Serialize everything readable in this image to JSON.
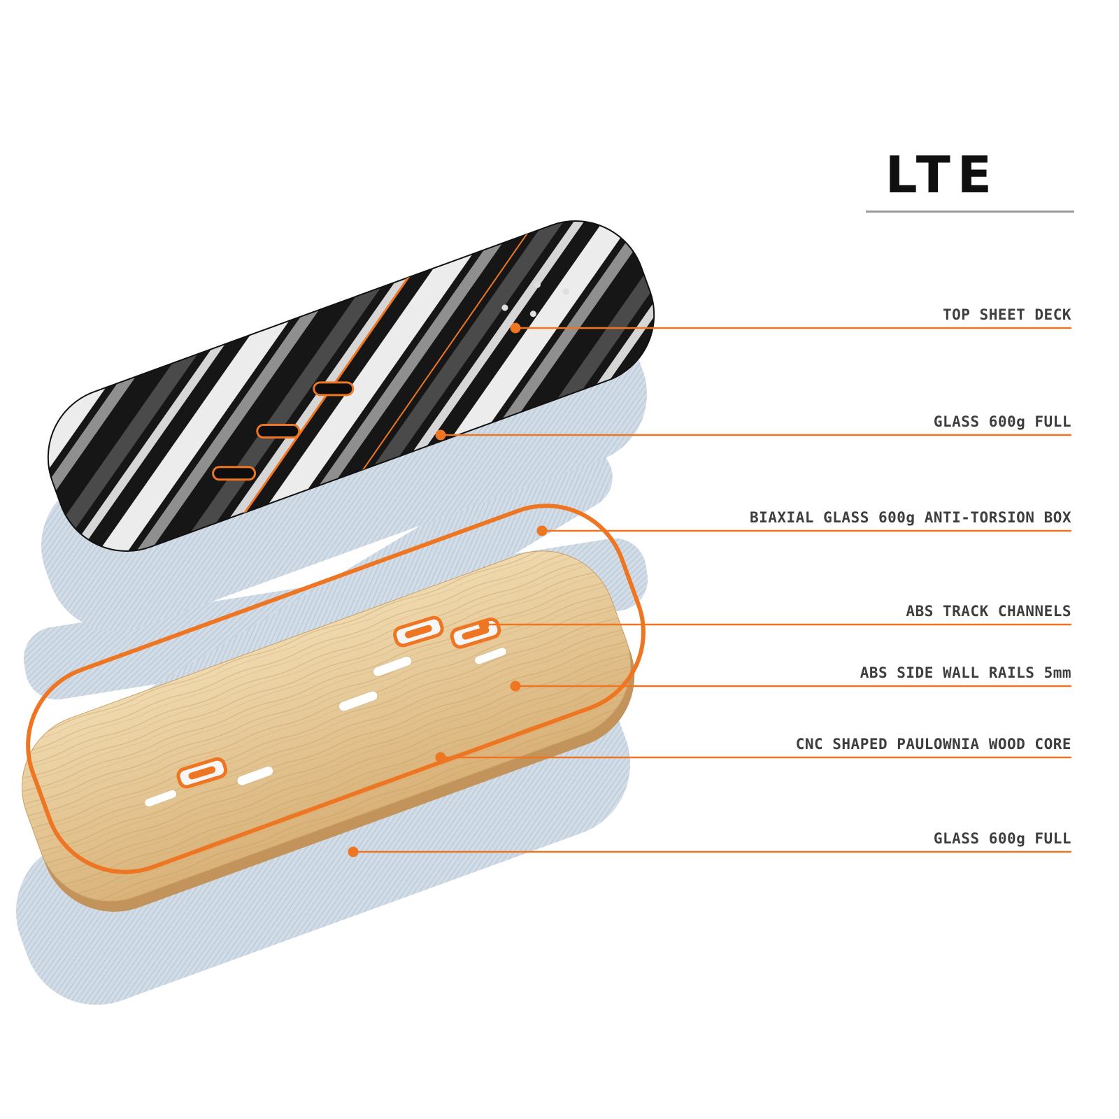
{
  "title": "LTE",
  "colors": {
    "accent": "#ee7623",
    "label_text": "#3e3e3e",
    "glass_blue": "#d2dde7",
    "wood_light": "#efd9ae",
    "wood_dark": "#d9b279",
    "deck_black": "#161616"
  },
  "callouts": [
    {
      "label": "TOP SHEET DECK"
    },
    {
      "label": "GLASS 600g FULL"
    },
    {
      "label": "BIAXIAL GLASS 600g ANTI-TORSION BOX"
    },
    {
      "label": "ABS TRACK CHANNELS"
    },
    {
      "label": "ABS SIDE WALL RAILS 5mm"
    },
    {
      "label": "CNC SHAPED PAULOWNIA WOOD CORE"
    },
    {
      "label": "GLASS 600g FULL"
    }
  ],
  "layers": [
    "top-sheet-deck",
    "glass-600g-full-top",
    "biaxial-glass-anti-torsion-box",
    "abs-track-channels",
    "abs-side-wall-rails",
    "paulownia-wood-core",
    "glass-600g-full-bottom"
  ]
}
